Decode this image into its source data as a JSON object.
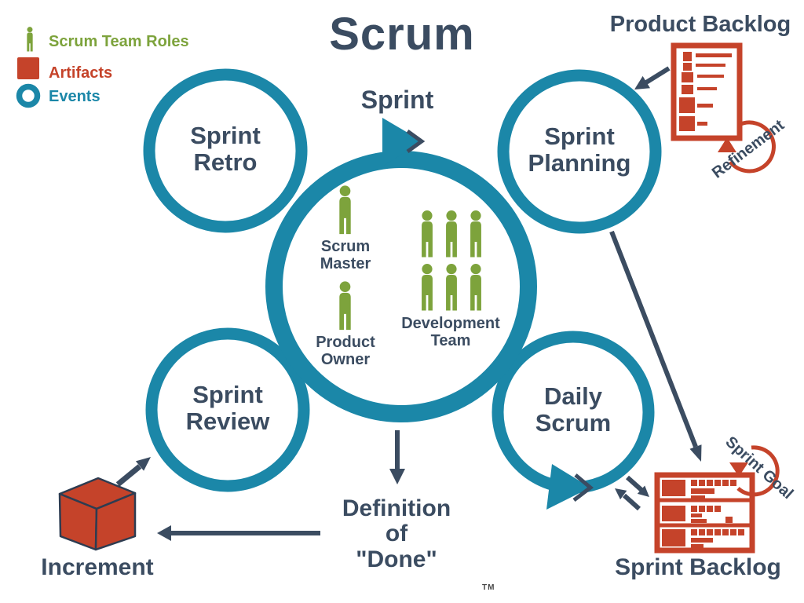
{
  "title": "Scrum",
  "trademark": "TM",
  "colors": {
    "teal_events": "#1b87a8",
    "navy_text": "#3b4c61",
    "green_roles": "#7da33c",
    "red_artifacts": "#c5432a"
  },
  "legend": {
    "roles_label": "Scrum Team Roles",
    "artifacts_label": "Artifacts",
    "events_label": "Events"
  },
  "cycle": {
    "sprint_label": "Sprint",
    "sprint_retro": "Sprint Retro",
    "sprint_planning": "Sprint Planning",
    "sprint_review": "Sprint Review",
    "daily_scrum": "Daily Scrum"
  },
  "roles": {
    "scrum_master": "Scrum Master",
    "product_owner": "Product Owner",
    "development_team": "Development Team"
  },
  "artifacts": {
    "product_backlog": "Product Backlog",
    "sprint_backlog": "Sprint Backlog",
    "increment": "Increment"
  },
  "annotations": {
    "refinement": "Refinement",
    "sprint_goal": "Sprint Goal",
    "definition_line1": "Definition",
    "definition_line2": "of",
    "definition_line3": "\"Done\""
  }
}
